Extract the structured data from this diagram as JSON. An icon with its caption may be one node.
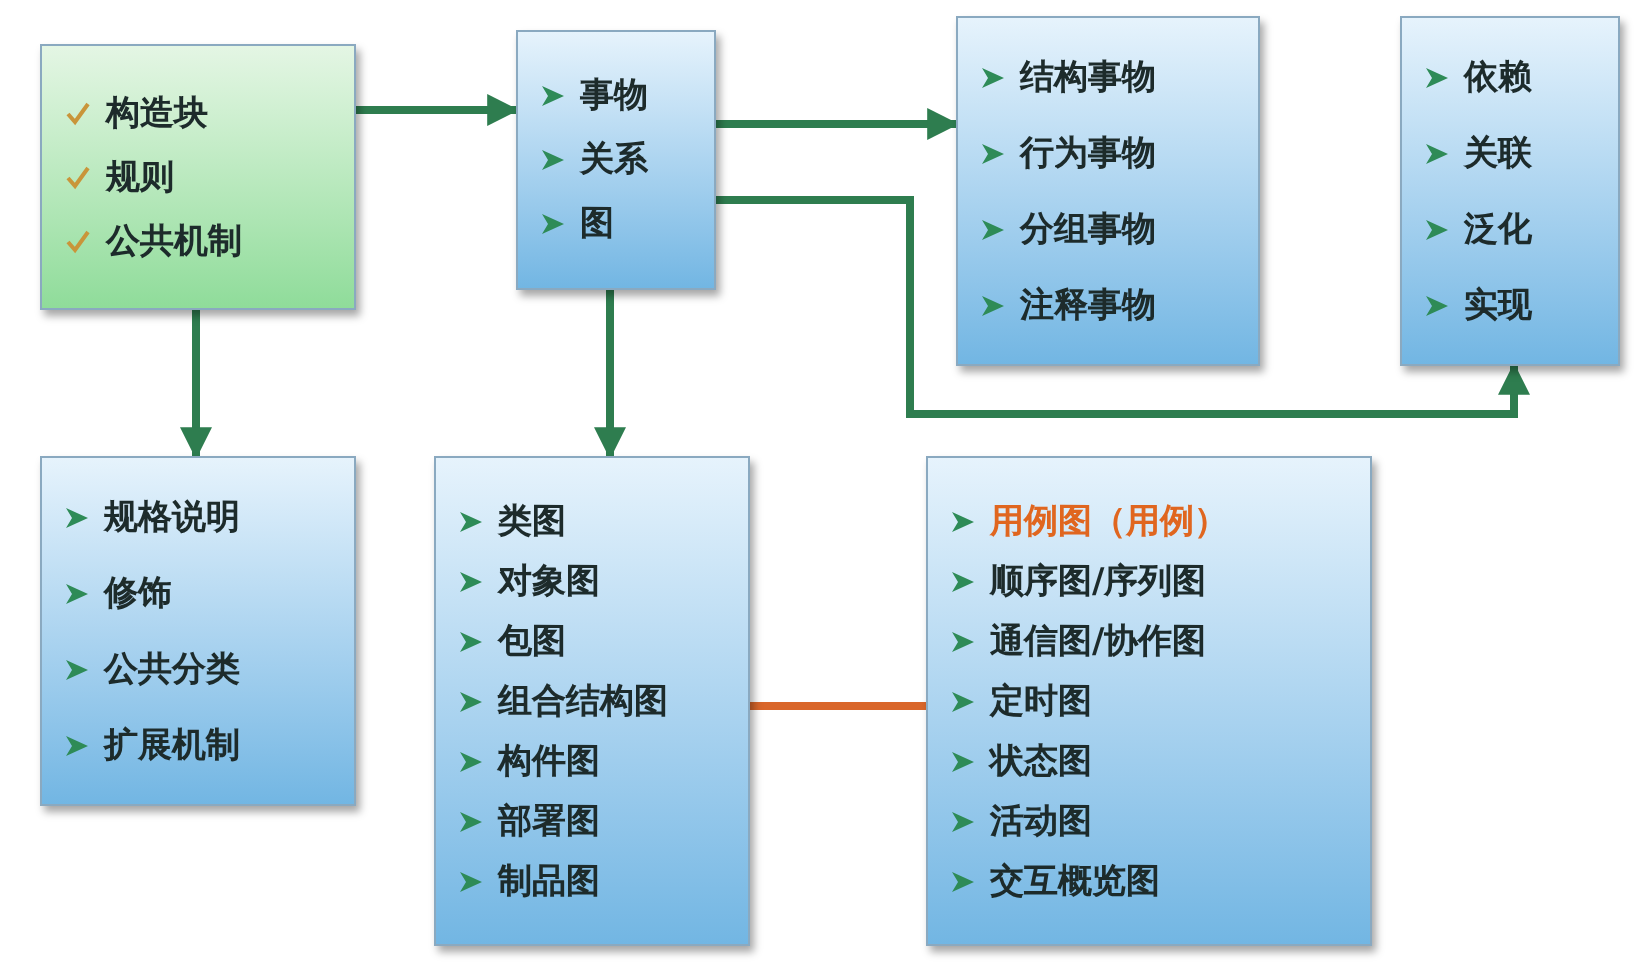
{
  "diagram": {
    "nodes": [
      {
        "text": [
          "构造块",
          "规则",
          "公共机制"
        ]
      },
      {
        "text": [
          "事物",
          "关系",
          "图"
        ]
      },
      {
        "text": [
          "结构事物",
          "行为事物",
          "分组事物",
          "注释事物"
        ]
      },
      {
        "text": [
          "依赖",
          "关联",
          "泛化",
          "实现"
        ]
      },
      {
        "text": [
          "规格说明",
          "修饰",
          "公共分类",
          "扩展机制"
        ]
      },
      {
        "text": [
          "类图",
          "对象图",
          "包图",
          "组合结构图",
          "构件图",
          "部署图",
          "制品图"
        ]
      },
      {
        "text": [
          "用例图（用例）",
          "顺序图/序列图",
          "通信图/协作图",
          "定时图",
          "状态图",
          "活动图",
          "交互概览图"
        ]
      }
    ],
    "edges": [
      {
        "from": 0,
        "to": 1,
        "arrow": "to"
      },
      {
        "from": 1,
        "to": 2,
        "arrow": "to"
      },
      {
        "from": 1,
        "to": 3,
        "arrow": "to"
      },
      {
        "from": 0,
        "to": 4,
        "arrow": "to"
      },
      {
        "from": 1,
        "to": 5,
        "arrow": "to"
      },
      {
        "from": 5,
        "to": 6,
        "arrow": "none",
        "color": "#d9662a"
      }
    ]
  }
}
